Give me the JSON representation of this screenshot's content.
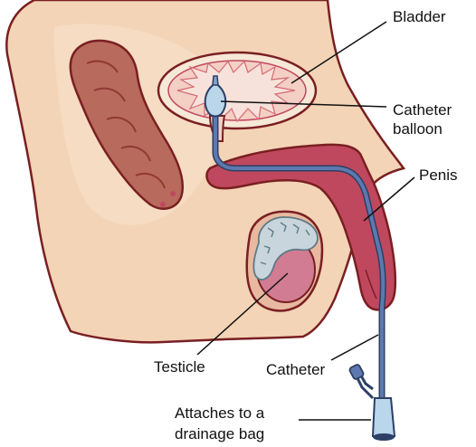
{
  "labels": {
    "bladder": "Bladder",
    "catheter_balloon_line1": "Catheter",
    "catheter_balloon_line2": "balloon",
    "penis": "Penis",
    "testicle": "Testicle",
    "catheter": "Catheter",
    "drainage_line1": "Attaches to a",
    "drainage_line2": "drainage bag"
  },
  "colors": {
    "skin": "#f3d4b6",
    "outline": "#7a1f22",
    "tissue": "#c0485e",
    "rectum": "#b86a5c",
    "bladder_wall": "#f6e8d6",
    "bladder_inner": "#f3cfc4",
    "catheter": "#5d79ad",
    "balloon": "#b9d6ea",
    "testicle_inner": "#d27c93",
    "epididymis": "#c9d5dc"
  }
}
